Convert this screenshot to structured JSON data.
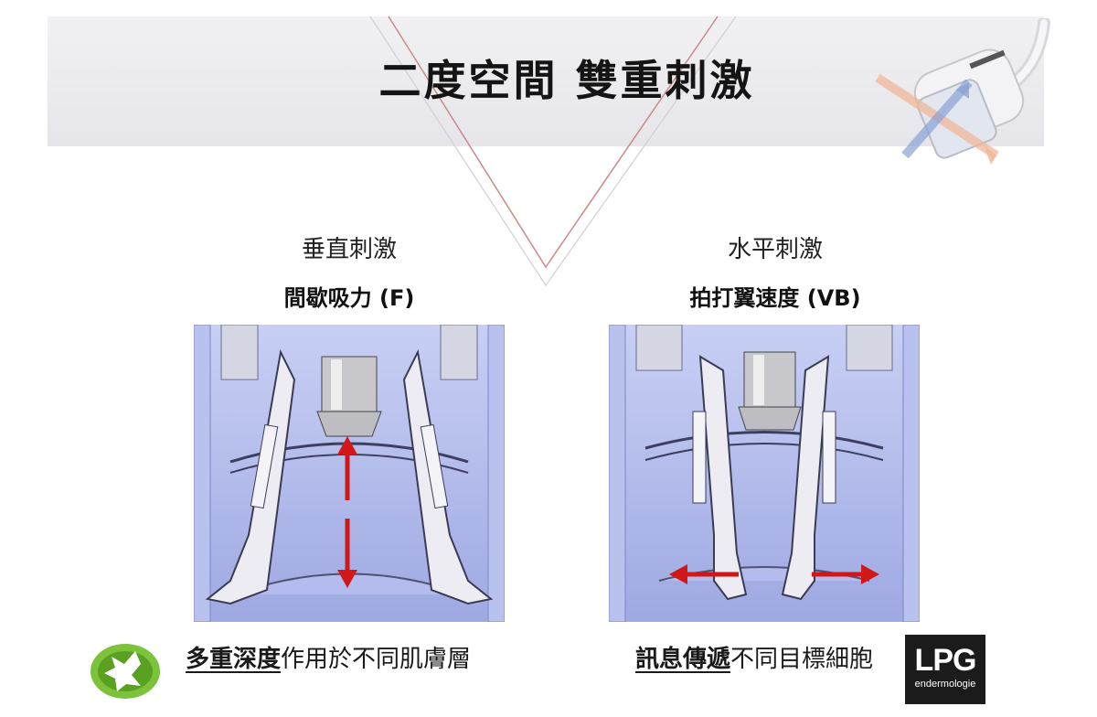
{
  "title": "二度空間  雙重刺激",
  "left": {
    "heading": "垂直刺激",
    "subheading": "間歇吸力 (F)",
    "caption_emphasis": "多重深度",
    "caption_rest": "作用於不同肌膚層"
  },
  "right": {
    "heading": "水平刺激",
    "subheading": "拍打翼速度 (VB)",
    "caption_emphasis": "訊息傳遞",
    "caption_rest": "不同目標細胞"
  },
  "logos": {
    "lpg_mark": "LPG",
    "lpg_sub": "endermologie"
  },
  "colors": {
    "arrow": "#d01818",
    "diamond_line": "#c98a8a",
    "panel_bg": "#aab3e6",
    "logo_green": "#7cc23a"
  }
}
